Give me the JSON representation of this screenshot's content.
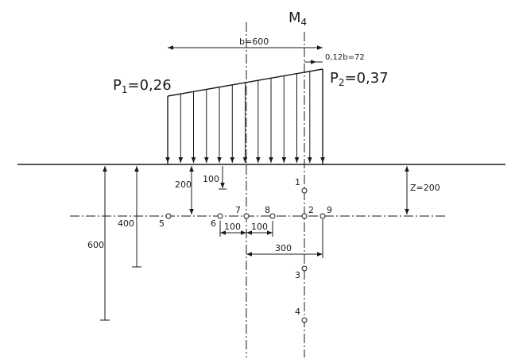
{
  "diagram": {
    "section_label": "M",
    "section_sub": "4",
    "p1": {
      "letter": "P",
      "sub": "1",
      "value": "=0,26"
    },
    "p2": {
      "letter": "P",
      "sub": "2",
      "value": "=0,37"
    },
    "width_label": "b=600",
    "offset_label": "0,12b=72",
    "z_label": "Z=200",
    "dims": {
      "d100v": "100",
      "d200v": "200",
      "d400v": "400",
      "d600v": "600",
      "h100a": "100",
      "h100b": "100",
      "h300": "300"
    },
    "points": {
      "p1": "1",
      "p2": "2",
      "p3": "3",
      "p4": "4",
      "p5": "5",
      "p6": "6",
      "p7": "7",
      "p8": "8",
      "p9": "9"
    }
  }
}
